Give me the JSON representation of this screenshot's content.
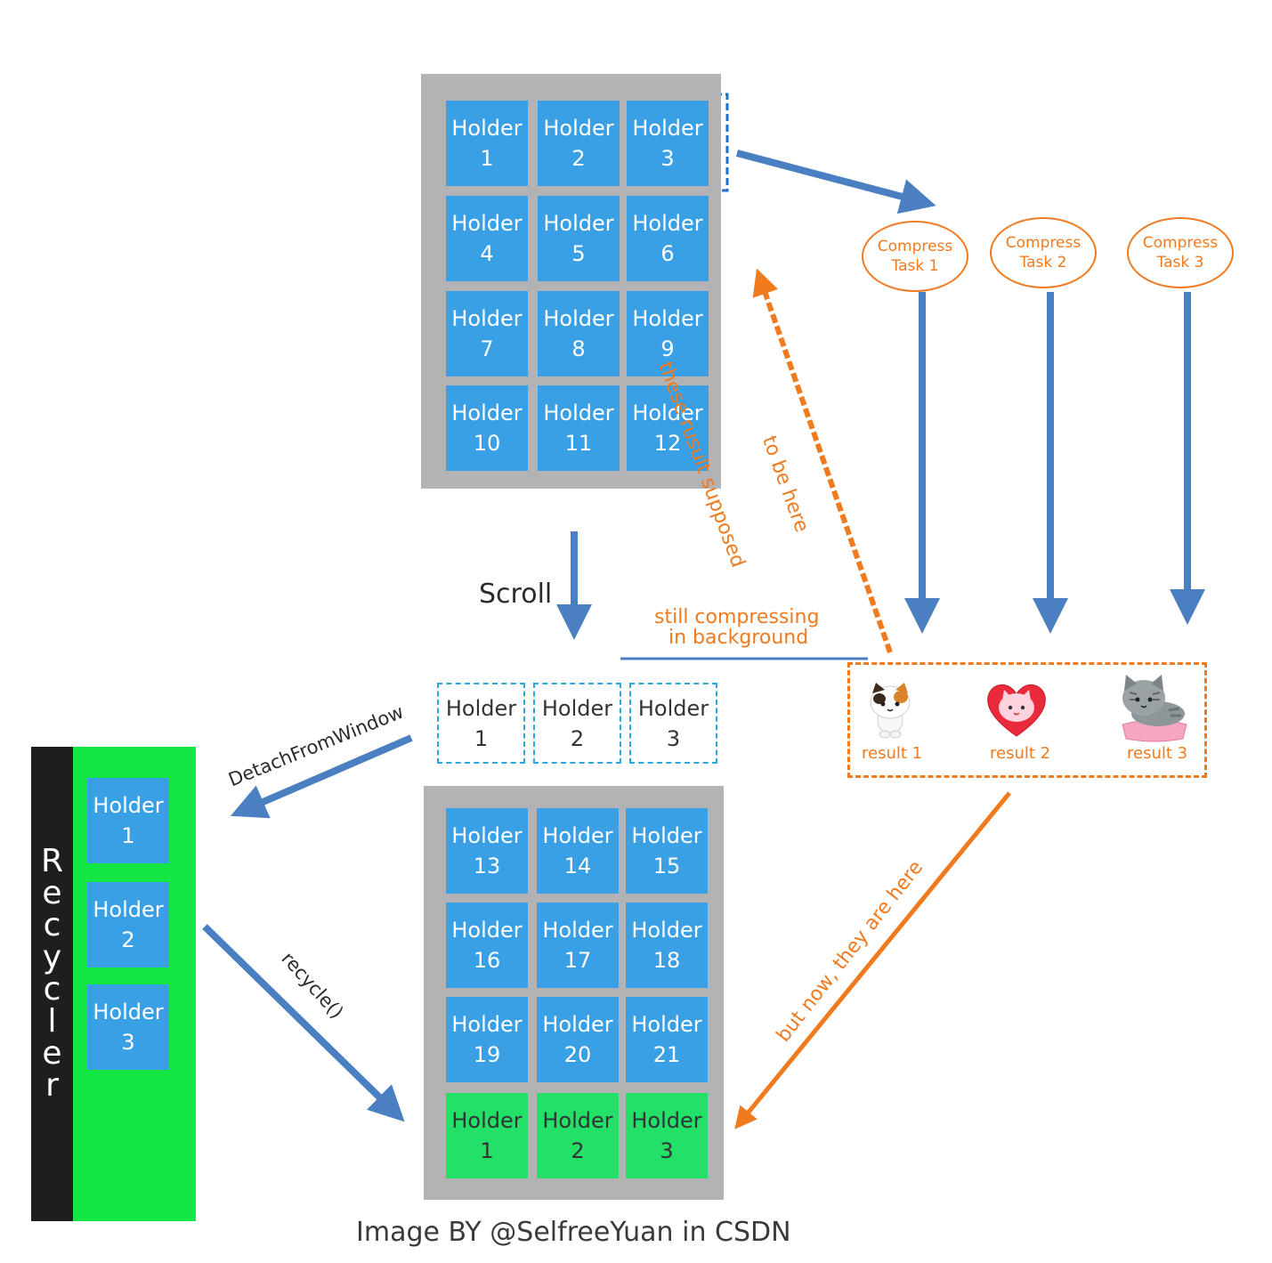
{
  "top_grid": {
    "holders": [
      {
        "line1": "Holder",
        "line2": "1"
      },
      {
        "line1": "Holder",
        "line2": "2"
      },
      {
        "line1": "Holder",
        "line2": "3"
      },
      {
        "line1": "Holder",
        "line2": "4"
      },
      {
        "line1": "Holder",
        "line2": "5"
      },
      {
        "line1": "Holder",
        "line2": "6"
      },
      {
        "line1": "Holder",
        "line2": "7"
      },
      {
        "line1": "Holder",
        "line2": "8"
      },
      {
        "line1": "Holder",
        "line2": "9"
      },
      {
        "line1": "Holder",
        "line2": "10"
      },
      {
        "line1": "Holder",
        "line2": "11"
      },
      {
        "line1": "Holder",
        "line2": "12"
      }
    ]
  },
  "compress_tasks": [
    {
      "line1": "Compress",
      "line2": "Task 1"
    },
    {
      "line1": "Compress",
      "line2": "Task 2"
    },
    {
      "line1": "Compress",
      "line2": "Task 3"
    }
  ],
  "labels": {
    "scroll": "Scroll",
    "still_compressing_1": "still compressing",
    "still_compressing_2": "in background",
    "supposed_1": "these rusult supposed",
    "supposed_2": "to be here",
    "detach": "DetachFromWindow",
    "recycle": "recycle()",
    "but_now": "but now, they are here",
    "credit": "Image BY @SelfreeYuan in CSDN"
  },
  "detached": [
    {
      "line1": "Holder",
      "line2": "1"
    },
    {
      "line1": "Holder",
      "line2": "2"
    },
    {
      "line1": "Holder",
      "line2": "3"
    }
  ],
  "results": [
    {
      "label": "result 1",
      "icon": "cat-icon"
    },
    {
      "label": "result 2",
      "icon": "heart-cat-icon"
    },
    {
      "label": "result 3",
      "icon": "gray-cat-on-cushion-icon"
    }
  ],
  "recycler": {
    "title_letters": [
      "R",
      "e",
      "c",
      "y",
      "c",
      "l",
      "e",
      "r"
    ],
    "holders": [
      {
        "line1": "Holder",
        "line2": "1"
      },
      {
        "line1": "Holder",
        "line2": "2"
      },
      {
        "line1": "Holder",
        "line2": "3"
      }
    ]
  },
  "bottom_grid": {
    "holders": [
      {
        "line1": "Holder",
        "line2": "13"
      },
      {
        "line1": "Holder",
        "line2": "14"
      },
      {
        "line1": "Holder",
        "line2": "15"
      },
      {
        "line1": "Holder",
        "line2": "16"
      },
      {
        "line1": "Holder",
        "line2": "17"
      },
      {
        "line1": "Holder",
        "line2": "18"
      },
      {
        "line1": "Holder",
        "line2": "19"
      },
      {
        "line1": "Holder",
        "line2": "20"
      },
      {
        "line1": "Holder",
        "line2": "21"
      },
      {
        "line1": "Holder",
        "line2": "1"
      },
      {
        "line1": "Holder",
        "line2": "2"
      },
      {
        "line1": "Holder",
        "line2": "3"
      }
    ]
  },
  "colors": {
    "holder_blue": "#3aa0e6",
    "recycled_green": "#22e068",
    "arrow_blue": "#4a7fc1",
    "accent_orange": "#f07a1e"
  }
}
